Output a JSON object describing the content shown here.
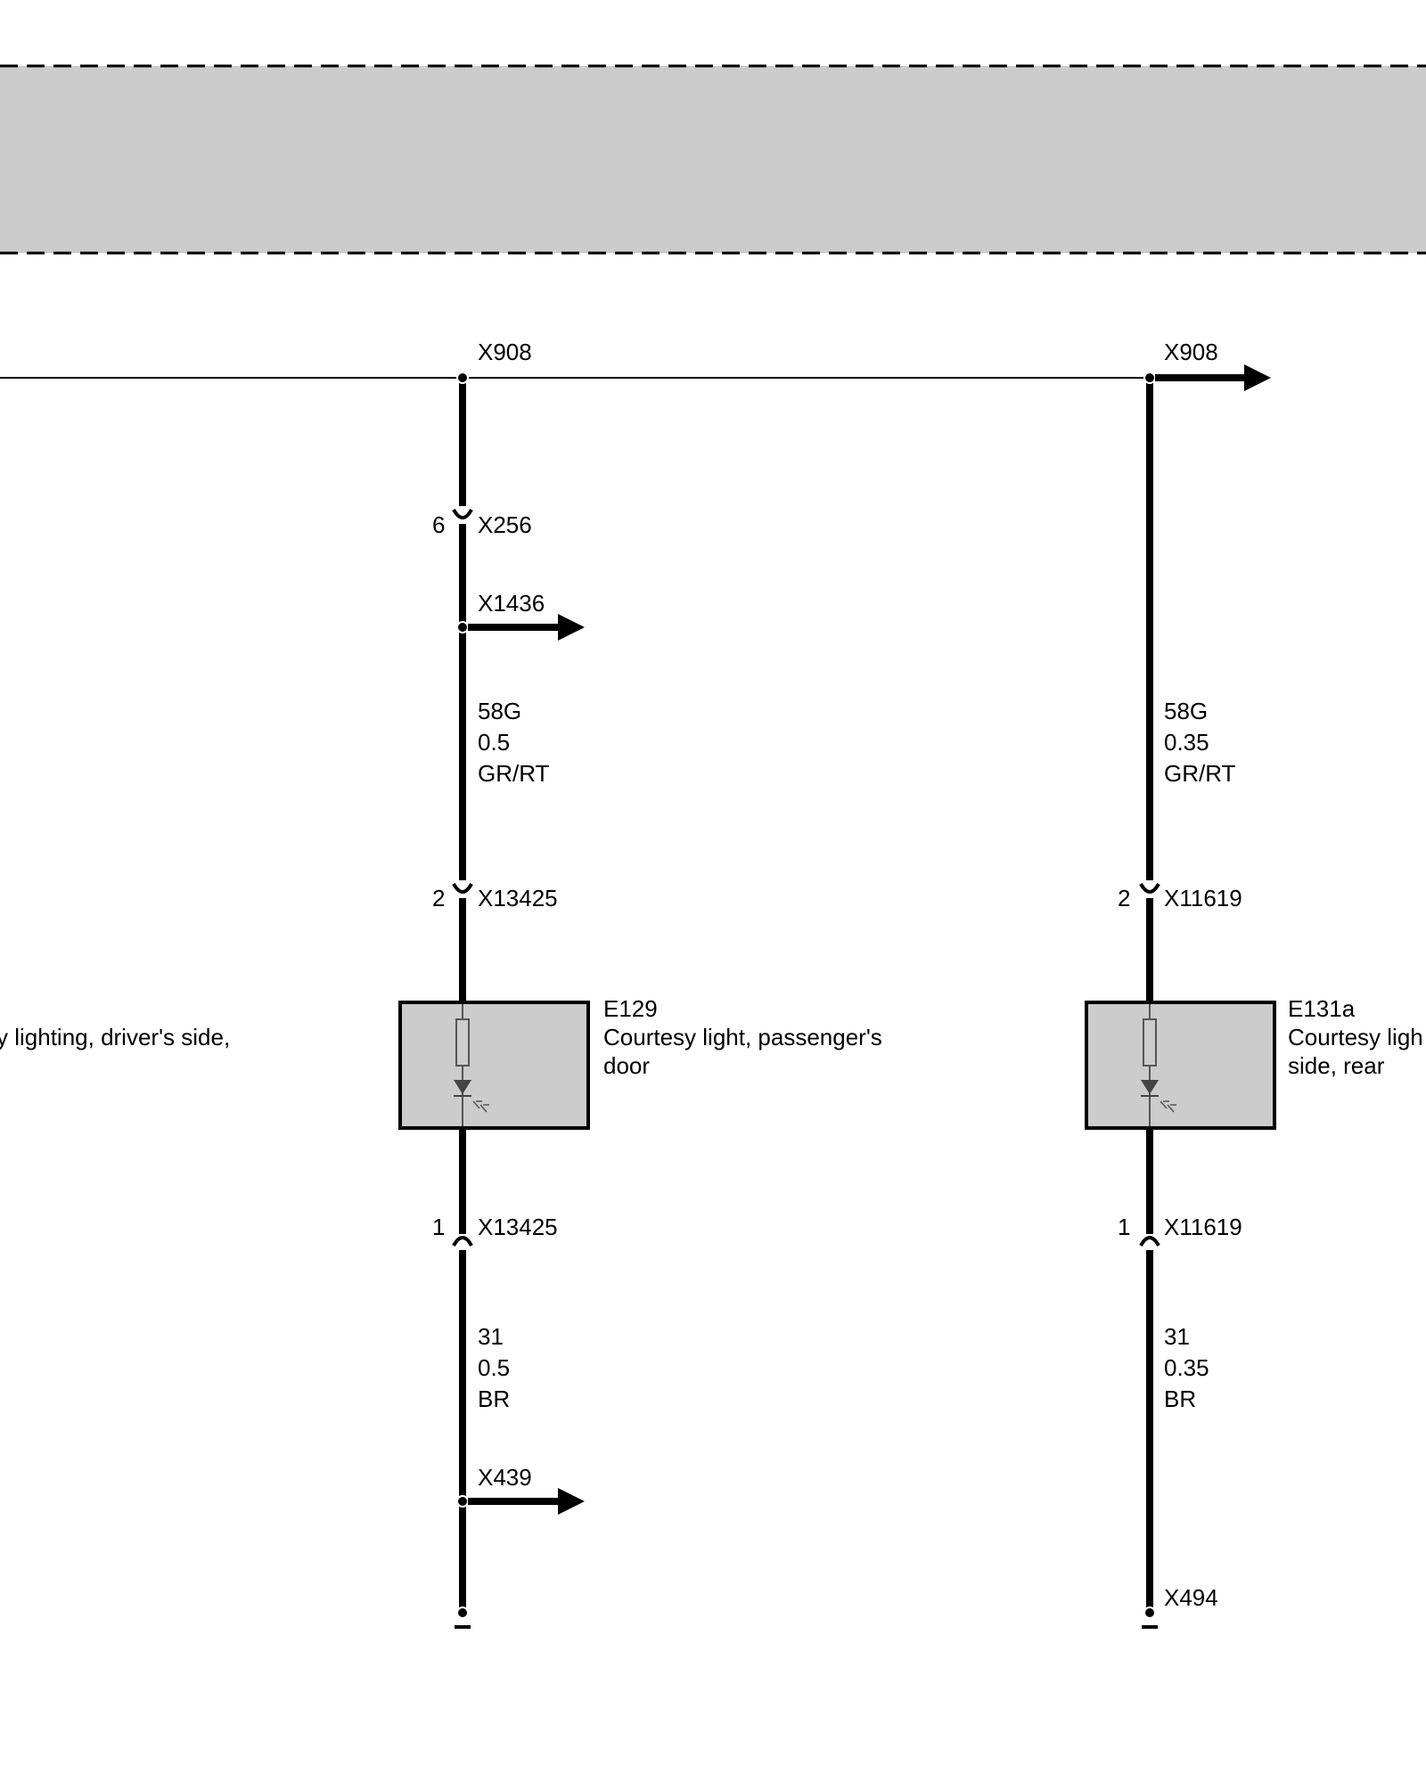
{
  "colors": {
    "module_fill": "#cccccc",
    "wire": "#000000",
    "background": "#ffffff"
  },
  "wiring": {
    "left_branch": {
      "splice_top": "X908",
      "connector_x256_pin": "6",
      "connector_x256": "X256",
      "splice_x1436": "X1436",
      "wire_upper": {
        "signal": "58G",
        "size": "0.5",
        "color": "GR/RT"
      },
      "connector_upper_pin": "2",
      "connector_upper": "X13425",
      "component": {
        "id": "E129",
        "name_line1": "Courtesy light, passenger's",
        "name_line2": "door"
      },
      "connector_lower_pin": "1",
      "connector_lower": "X13425",
      "wire_lower": {
        "signal": "31",
        "size": "0.5",
        "color": "BR"
      },
      "splice_x439": "X439"
    },
    "right_branch": {
      "splice_top": "X908",
      "wire_upper": {
        "signal": "58G",
        "size": "0.35",
        "color": "GR/RT"
      },
      "connector_upper_pin": "2",
      "connector_upper": "X11619",
      "component": {
        "id": "E131a",
        "name_line1": "Courtesy ligh",
        "name_line2": "side, rear"
      },
      "connector_lower_pin": "1",
      "connector_lower": "X11619",
      "wire_lower": {
        "signal": "31",
        "size": "0.35",
        "color": "BR"
      },
      "ground": "X494"
    },
    "offpage_left_label": "y lighting, driver's side,"
  }
}
